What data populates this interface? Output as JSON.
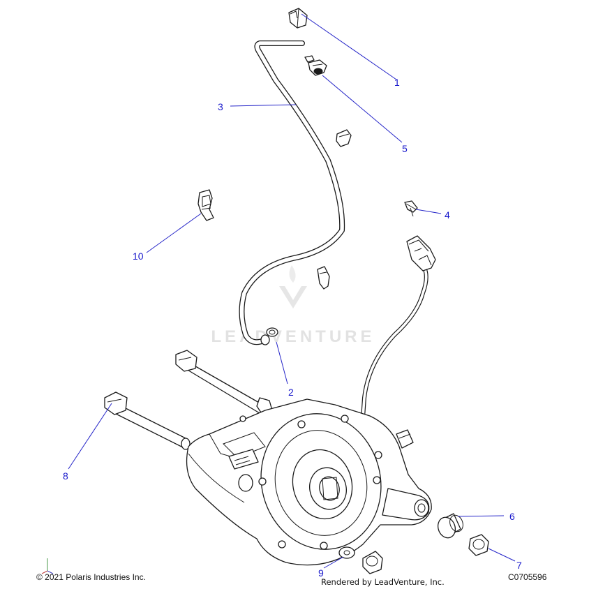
{
  "diagram": {
    "watermark": "LEADVENTURE",
    "callouts": [
      {
        "id": "1",
        "label": "1"
      },
      {
        "id": "2",
        "label": "2"
      },
      {
        "id": "3",
        "label": "3"
      },
      {
        "id": "4",
        "label": "4"
      },
      {
        "id": "5",
        "label": "5"
      },
      {
        "id": "6",
        "label": "6"
      },
      {
        "id": "7",
        "label": "7"
      },
      {
        "id": "8",
        "label": "8"
      },
      {
        "id": "9",
        "label": "9"
      },
      {
        "id": "10",
        "label": "10"
      }
    ]
  },
  "footer": {
    "copyright": "© 2021 Polaris Industries Inc.",
    "rendered_by": "Rendered by LeadVenture, Inc.",
    "diagram_code": "C0705596"
  }
}
